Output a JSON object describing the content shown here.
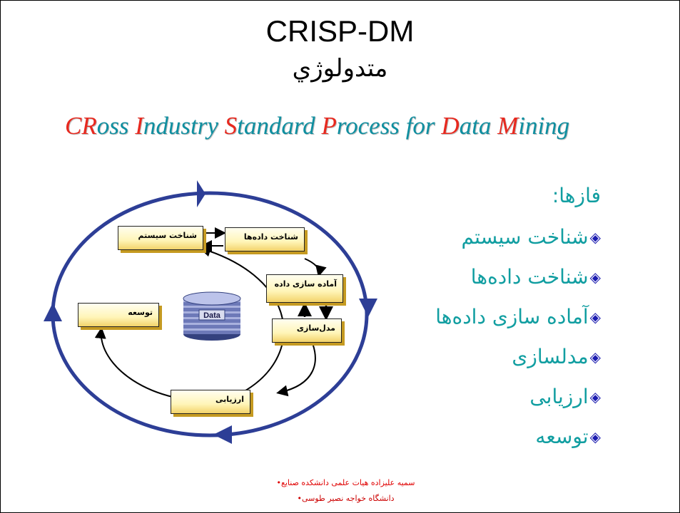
{
  "title": "CRISP-DM",
  "title_fa": "متدولوژي",
  "subtitle_parts": [
    {
      "text": "CR",
      "cap": true
    },
    {
      "text": "oss ",
      "cap": false
    },
    {
      "text": "I",
      "cap": true
    },
    {
      "text": "ndustry ",
      "cap": false
    },
    {
      "text": "S",
      "cap": true
    },
    {
      "text": "tandard ",
      "cap": false
    },
    {
      "text": "P",
      "cap": true
    },
    {
      "text": "rocess for ",
      "cap": false
    },
    {
      "text": "D",
      "cap": true
    },
    {
      "text": "ata ",
      "cap": false
    },
    {
      "text": "M",
      "cap": true
    },
    {
      "text": "ining",
      "cap": false
    }
  ],
  "phases": {
    "title": "فازها:",
    "bullet": "◈",
    "items": [
      "شناخت سیستم",
      "شناخت داده‌ها",
      "آماده سازی داده‌ها",
      "مدلسازی",
      "ارزیابی",
      "توسعه"
    ]
  },
  "diagram": {
    "boxes": {
      "business": "شناخت سیستم",
      "data_understanding": "شناخت داده‌ها",
      "data_prep": "آماده سازی داده",
      "modeling": "مدل‌سازی",
      "evaluation": "ارزیابی",
      "deployment": "توسعه"
    },
    "db_label": "Data"
  },
  "footer": {
    "line1": "سمیه علیزاده هیات علمی دانشکده صنایع",
    "line2": "دانشگاه خواجه نصیر طوسی",
    "bullet": "•"
  },
  "colors": {
    "teal": "#119ea1",
    "red_capital": "#e8281e",
    "cycle_blue": "#2d3e96",
    "box_shadow": "#c59a21",
    "footer_red": "#e00000"
  }
}
